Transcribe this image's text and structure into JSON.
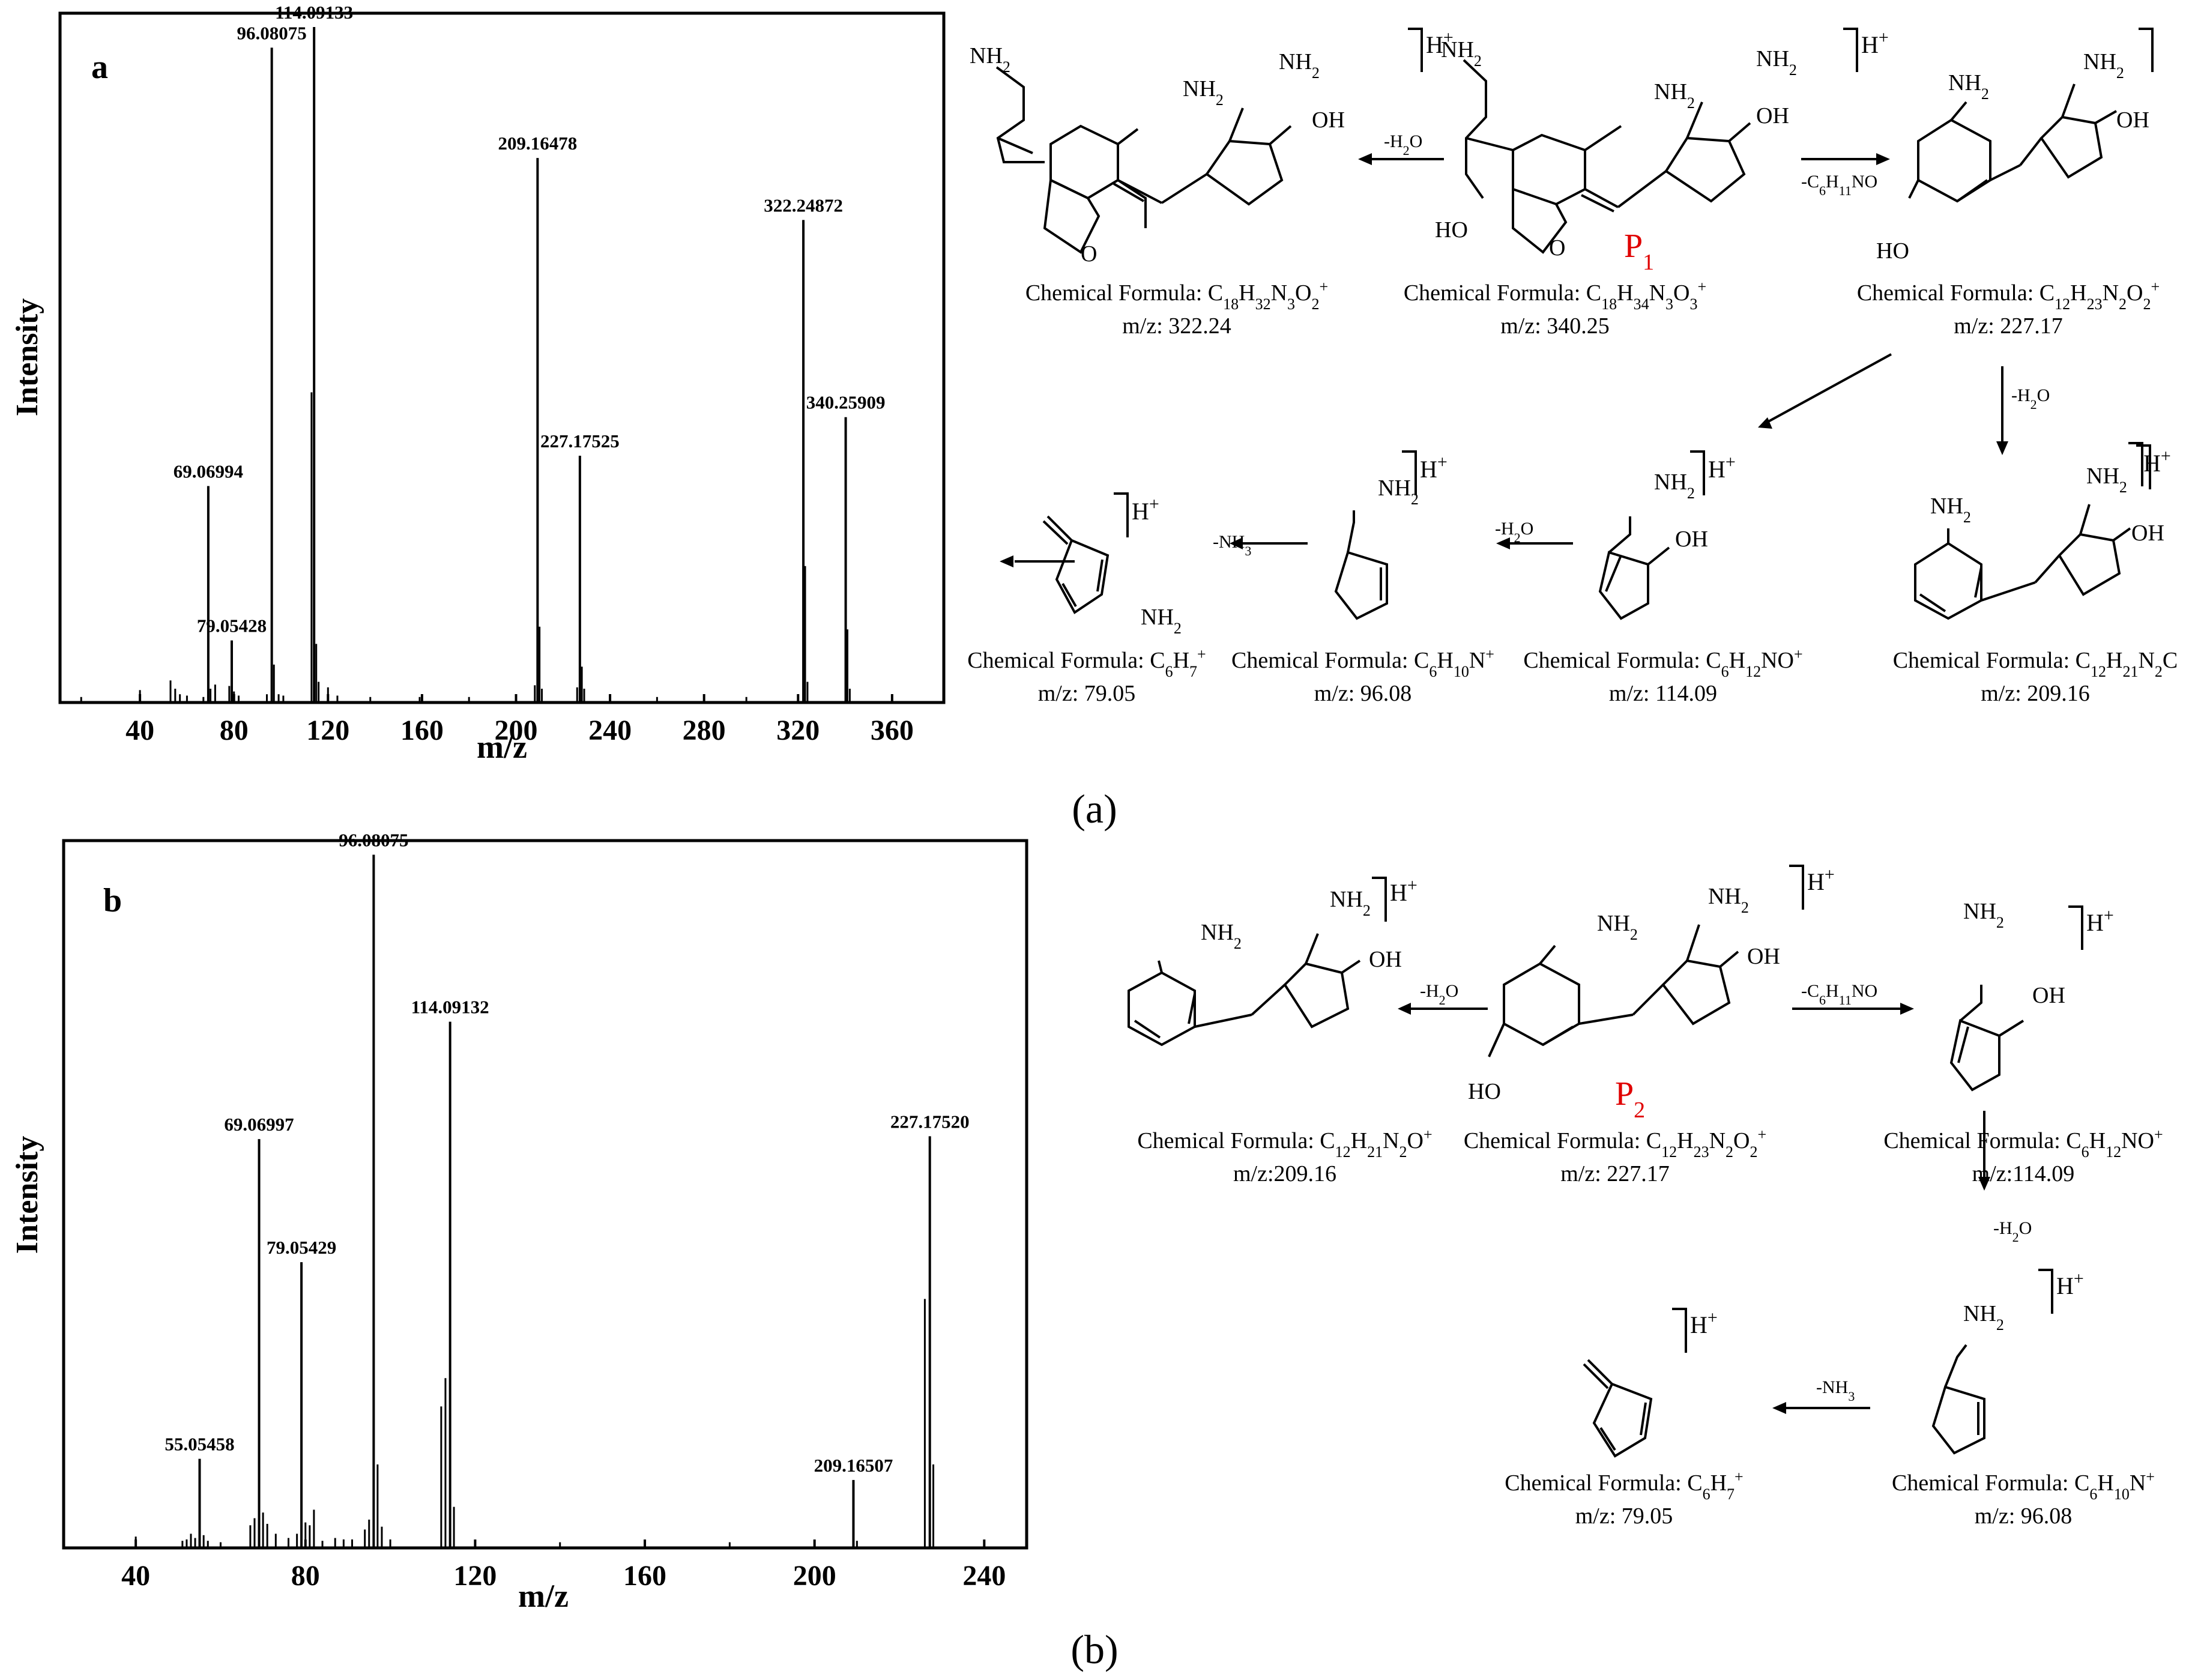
{
  "figure": {
    "caption_a": "(a)",
    "caption_b": "(b)"
  },
  "chart_data": [
    {
      "type": "bar",
      "panel_letter": "a",
      "xlabel": "m/z",
      "ylabel": "Intensity",
      "xlim": [
        6,
        382
      ],
      "ylim": [
        0,
        100
      ],
      "xticks": [
        40,
        80,
        120,
        160,
        200,
        240,
        280,
        320,
        360
      ],
      "peaks": [
        {
          "x": 69.06994,
          "y": 31.4,
          "label": "69.06994"
        },
        {
          "x": 79.05428,
          "y": 9.0,
          "label": "79.05428"
        },
        {
          "x": 96.08075,
          "y": 95.0,
          "label": "96.08075"
        },
        {
          "x": 114.09133,
          "y": 98.0,
          "label": "114.09133"
        },
        {
          "x": 209.16478,
          "y": 79.0,
          "label": "209.16478"
        },
        {
          "x": 227.17525,
          "y": 35.8,
          "label": "227.17525"
        },
        {
          "x": 322.24872,
          "y": 70.0,
          "label": "322.24872"
        },
        {
          "x": 340.25909,
          "y": 41.4,
          "label": "340.25909"
        }
      ],
      "minor_peaks": [
        {
          "x": 15,
          "y": 0.8
        },
        {
          "x": 40,
          "y": 1.8
        },
        {
          "x": 53,
          "y": 3.2
        },
        {
          "x": 55,
          "y": 2.0
        },
        {
          "x": 57,
          "y": 1.2
        },
        {
          "x": 60,
          "y": 1.0
        },
        {
          "x": 67,
          "y": 0.8
        },
        {
          "x": 70,
          "y": 2.0
        },
        {
          "x": 72,
          "y": 2.6
        },
        {
          "x": 78,
          "y": 2.4
        },
        {
          "x": 80,
          "y": 1.6
        },
        {
          "x": 82,
          "y": 1.0
        },
        {
          "x": 94,
          "y": 1.2
        },
        {
          "x": 97,
          "y": 5.5
        },
        {
          "x": 99,
          "y": 1.2
        },
        {
          "x": 101,
          "y": 1.0
        },
        {
          "x": 113,
          "y": 45.0
        },
        {
          "x": 115,
          "y": 8.5
        },
        {
          "x": 116,
          "y": 3.0
        },
        {
          "x": 120,
          "y": 2.2
        },
        {
          "x": 124,
          "y": 1.0
        },
        {
          "x": 138,
          "y": 0.8
        },
        {
          "x": 159,
          "y": 0.8
        },
        {
          "x": 180,
          "y": 0.8
        },
        {
          "x": 208,
          "y": 2.5
        },
        {
          "x": 210,
          "y": 11.0
        },
        {
          "x": 211,
          "y": 2.0
        },
        {
          "x": 226,
          "y": 2.2
        },
        {
          "x": 228,
          "y": 5.2
        },
        {
          "x": 229,
          "y": 2.0
        },
        {
          "x": 260,
          "y": 0.8
        },
        {
          "x": 298,
          "y": 0.8
        },
        {
          "x": 323,
          "y": 19.8
        },
        {
          "x": 324,
          "y": 3.0
        },
        {
          "x": 341,
          "y": 10.6
        },
        {
          "x": 342,
          "y": 2.0
        }
      ]
    },
    {
      "type": "bar",
      "panel_letter": "b",
      "xlabel": "m/z",
      "ylabel": "Intensity",
      "xlim": [
        23,
        250
      ],
      "ylim": [
        0,
        100
      ],
      "xticks": [
        40,
        80,
        120,
        160,
        200,
        240
      ],
      "peaks": [
        {
          "x": 55.05458,
          "y": 12.6,
          "label": "55.05458"
        },
        {
          "x": 69.06997,
          "y": 57.8,
          "label": "69.06997"
        },
        {
          "x": 79.05429,
          "y": 40.4,
          "label": "79.05429"
        },
        {
          "x": 96.08075,
          "y": 98.0,
          "label": "96.08075"
        },
        {
          "x": 114.09132,
          "y": 74.4,
          "label": "114.09132"
        },
        {
          "x": 209.16507,
          "y": 9.6,
          "label": "209.16507"
        },
        {
          "x": 227.1752,
          "y": 58.2,
          "label": "227.17520"
        }
      ],
      "minor_peaks": [
        {
          "x": 40,
          "y": 1.6
        },
        {
          "x": 51,
          "y": 1.0
        },
        {
          "x": 52,
          "y": 1.2
        },
        {
          "x": 53,
          "y": 2.0
        },
        {
          "x": 54,
          "y": 1.4
        },
        {
          "x": 56,
          "y": 1.8
        },
        {
          "x": 57,
          "y": 1.0
        },
        {
          "x": 60,
          "y": 0.8
        },
        {
          "x": 67,
          "y": 3.2
        },
        {
          "x": 68,
          "y": 4.2
        },
        {
          "x": 70,
          "y": 5.0
        },
        {
          "x": 71,
          "y": 3.4
        },
        {
          "x": 73,
          "y": 2.0
        },
        {
          "x": 76,
          "y": 1.4
        },
        {
          "x": 78,
          "y": 2.0
        },
        {
          "x": 80,
          "y": 3.6
        },
        {
          "x": 81,
          "y": 3.2
        },
        {
          "x": 82,
          "y": 5.4
        },
        {
          "x": 84,
          "y": 1.0
        },
        {
          "x": 87,
          "y": 1.4
        },
        {
          "x": 89,
          "y": 1.2
        },
        {
          "x": 91,
          "y": 1.2
        },
        {
          "x": 94,
          "y": 2.6
        },
        {
          "x": 95,
          "y": 4.0
        },
        {
          "x": 97,
          "y": 11.8
        },
        {
          "x": 98,
          "y": 3.0
        },
        {
          "x": 100,
          "y": 1.2
        },
        {
          "x": 112,
          "y": 20.0
        },
        {
          "x": 113,
          "y": 24.0
        },
        {
          "x": 115,
          "y": 5.8
        },
        {
          "x": 120,
          "y": 1.0
        },
        {
          "x": 140,
          "y": 0.8
        },
        {
          "x": 160,
          "y": 1.0
        },
        {
          "x": 180,
          "y": 0.8
        },
        {
          "x": 210,
          "y": 1.0
        },
        {
          "x": 226,
          "y": 35.2
        },
        {
          "x": 228,
          "y": 11.8
        }
      ]
    }
  ],
  "scheme_a": {
    "compounds": [
      {
        "formula_prefix": "Chemical Formula: ",
        "formula": [
          "C",
          "18",
          "H",
          "32",
          "N",
          "3",
          "O",
          "2",
          "+",
          ""
        ],
        "mz": "m/z: 322.24"
      },
      {
        "formula_prefix": "Chemical Formula: ",
        "formula": [
          "C",
          "18",
          "H",
          "34",
          "N",
          "3",
          "O",
          "3",
          "+",
          ""
        ],
        "mz": "m/z: 340.25",
        "name_letter": "P",
        "name_index": "1"
      },
      {
        "formula_prefix": "Chemical Formula: ",
        "formula": [
          "C",
          "12",
          "H",
          "23",
          "N",
          "2",
          "O",
          "2",
          "+",
          ""
        ],
        "mz": "m/z: 227.17"
      },
      {
        "formula_prefix": "Chemical Formula: ",
        "formula": [
          "C",
          "6",
          "H",
          "7",
          "+",
          ""
        ],
        "mz": "m/z: 79.05"
      },
      {
        "formula_prefix": "Chemical Formula: ",
        "formula": [
          "C",
          "6",
          "H",
          "10",
          "N",
          "+"
        ],
        "mz": "m/z: 96.08"
      },
      {
        "formula_prefix": "Chemical Formula: ",
        "formula": [
          "C",
          "6",
          "H",
          "12",
          "NO",
          "+"
        ],
        "mz": "m/z: 114.09"
      },
      {
        "formula_prefix": "Chemical Formula: ",
        "formula": [
          "C",
          "12",
          "H",
          "21",
          "N",
          "2",
          "C",
          ""
        ],
        "mz": "m/z: 209.16"
      }
    ],
    "losses": {
      "h2o_a": "-H",
      "h2o_sub": "2",
      "h2o_b": "O",
      "c6_a": "-C",
      "c6_sub1": "6",
      "c6_b": "H",
      "c6_sub2": "11",
      "c6_c": "NO",
      "nh3_a": "-NH",
      "nh3_sub": "3"
    },
    "group_labels": {
      "nh2_a": "NH",
      "nh2_sub": "2",
      "oh": "OH",
      "ho": "HO",
      "o": "O",
      "hplus": "H",
      "plus": "+"
    }
  },
  "scheme_b": {
    "compounds": [
      {
        "formula_prefix": "Chemical Formula: ",
        "formula": [
          "C",
          "12",
          "H",
          "21",
          "N",
          "2",
          "O",
          "+"
        ],
        "mz": "m/z:209.16"
      },
      {
        "formula_prefix": "Chemical Formula: ",
        "formula": [
          "C",
          "12",
          "H",
          "23",
          "N",
          "2",
          "O",
          "2",
          "+",
          ""
        ],
        "mz": "m/z: 227.17",
        "name_letter": "P",
        "name_index": "2"
      },
      {
        "formula_prefix": "Chemical Formula: ",
        "formula": [
          "C",
          "6",
          "H",
          "12",
          "NO",
          "+"
        ],
        "mz": "m/z:114.09"
      },
      {
        "formula_prefix": "Chemical Formula: ",
        "formula": [
          "C",
          "6",
          "H",
          "10",
          "N",
          "+"
        ],
        "mz": "m/z: 96.08"
      },
      {
        "formula_prefix": "Chemical Formula: ",
        "formula": [
          "C",
          "6",
          "H",
          "7",
          "+",
          ""
        ],
        "mz": "m/z: 79.05"
      }
    ]
  },
  "colors": {
    "ink": "#000000",
    "highlight": "#e00000",
    "background": "#ffffff"
  }
}
